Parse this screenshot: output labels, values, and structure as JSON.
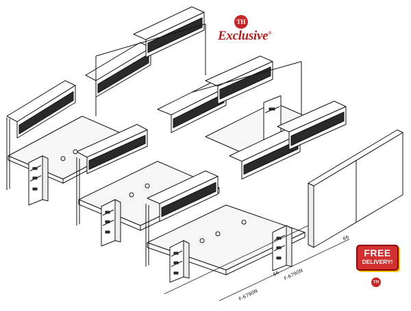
{
  "brand": {
    "logo_mark": "TH",
    "name": "Exclusive",
    "trademark": "®"
  },
  "badge": {
    "line1": "FREE",
    "line2": "DELIVERY!"
  },
  "footer_mark": "TH",
  "dimensions": [
    {
      "label": "F-6790N"
    },
    {
      "label": "F-6790N"
    },
    {
      "label": "66"
    },
    {
      "label": "66"
    }
  ],
  "colors": {
    "brand_red": "#b71c1c",
    "badge_red": "#d32f2f",
    "badge_accent": "#f2c200",
    "line": "#111111"
  }
}
